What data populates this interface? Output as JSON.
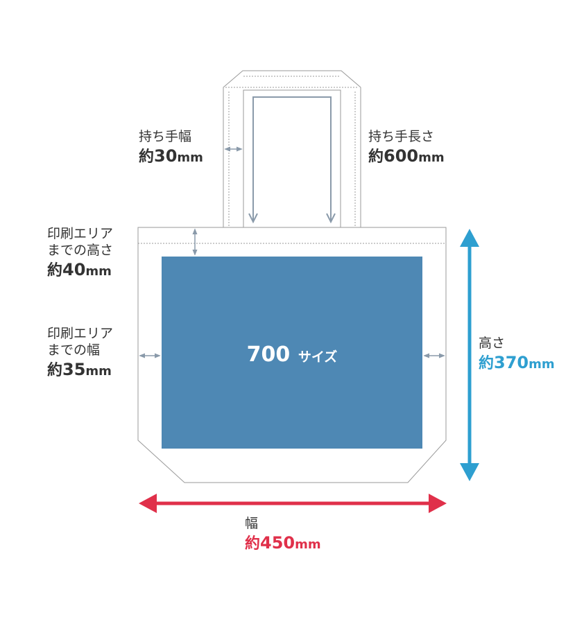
{
  "diagram": {
    "print_area_label": {
      "number": "700",
      "suffix": "サイズ"
    },
    "handle_width": {
      "title": "持ち手幅",
      "prefix": "約",
      "number": "30",
      "unit": "mm"
    },
    "handle_length": {
      "title": "持ち手長さ",
      "prefix": "約",
      "number": "600",
      "unit": "mm"
    },
    "print_top_margin": {
      "title_line1": "印刷エリア",
      "title_line2": "までの高さ",
      "prefix": "約",
      "number": "40",
      "unit": "mm"
    },
    "print_side_margin": {
      "title_line1": "印刷エリア",
      "title_line2": "までの幅",
      "prefix": "約",
      "number": "35",
      "unit": "mm"
    },
    "bag_height": {
      "title": "高さ",
      "prefix": "約",
      "number": "370",
      "unit": "mm"
    },
    "bag_width": {
      "title": "幅",
      "prefix": "約",
      "number": "450",
      "unit": "mm"
    }
  },
  "colors": {
    "print_area": "#4e88b4",
    "height_arrow": "#2e9fd0",
    "width_arrow": "#e0304a",
    "guide_arrow": "#8a9aaa",
    "outline": "#9a9a9a",
    "text": "#333333"
  }
}
